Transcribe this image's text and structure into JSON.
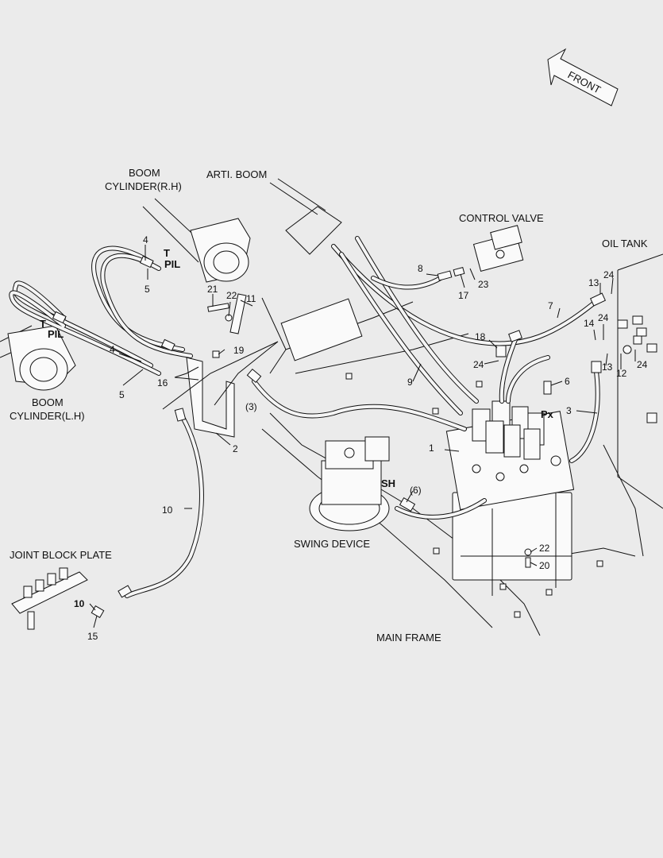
{
  "labels": {
    "front": "FRONT",
    "boom_cyl_rh_1": "BOOM",
    "boom_cyl_rh_2": "CYLINDER(R.H)",
    "arti_boom": "ARTI. BOOM",
    "control_valve": "CONTROL VALVE",
    "oil_tank": "OIL TANK",
    "boom_cyl_lh_1": "BOOM",
    "boom_cyl_lh_2": "CYLINDER(L.H)",
    "swing_device": "SWING DEVICE",
    "joint_block_plate": "JOINT BLOCK PLATE",
    "main_frame": "MAIN FRAME",
    "port_t_rh": "T",
    "port_pil_rh": "PIL",
    "port_t_lh": "T",
    "port_pil_lh": "PIL",
    "port_px": "Px",
    "port_sh": "SH"
  },
  "callouts": {
    "c4a": "4",
    "c5a": "5",
    "c21": "21",
    "c22a": "22",
    "c11": "11",
    "c19": "19",
    "c4b": "4",
    "c5b": "5",
    "c16": "16",
    "c2": "2",
    "c3p": "(3)",
    "c10a": "10",
    "c10b": "10",
    "c15": "15",
    "c8": "8",
    "c17": "17",
    "c23": "23",
    "c7": "7",
    "c13a": "13",
    "c24a": "24",
    "c14": "14",
    "c24b": "24",
    "c18": "18",
    "c24c": "24",
    "c9": "9",
    "c6": "6",
    "c3": "3",
    "c13b": "13",
    "c12": "12",
    "c24d": "24",
    "c1": "1",
    "c6p": "(6)",
    "c22b": "22",
    "c20": "20"
  }
}
